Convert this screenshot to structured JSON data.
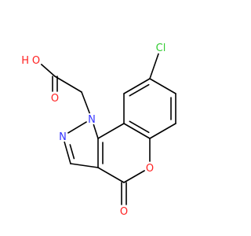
{
  "molecule": {
    "atoms": {
      "cl": {
        "text": "Cl",
        "color": "#33cc33"
      },
      "n1": {
        "text": "N",
        "color": "#3333ff"
      },
      "n2": {
        "text": "N",
        "color": "#3333ff"
      },
      "o_ring": {
        "text": "O",
        "color": "#ff2020"
      },
      "o_keto": {
        "text": "O",
        "color": "#ff2020"
      },
      "o_acid_oh": {
        "text": "O",
        "color": "#ff2020"
      },
      "h_acid": {
        "text": "H",
        "color": "#ff2020"
      },
      "o_acid_dbl": {
        "text": "O",
        "color": "#ff2020"
      }
    },
    "bond_color": "#000000"
  }
}
